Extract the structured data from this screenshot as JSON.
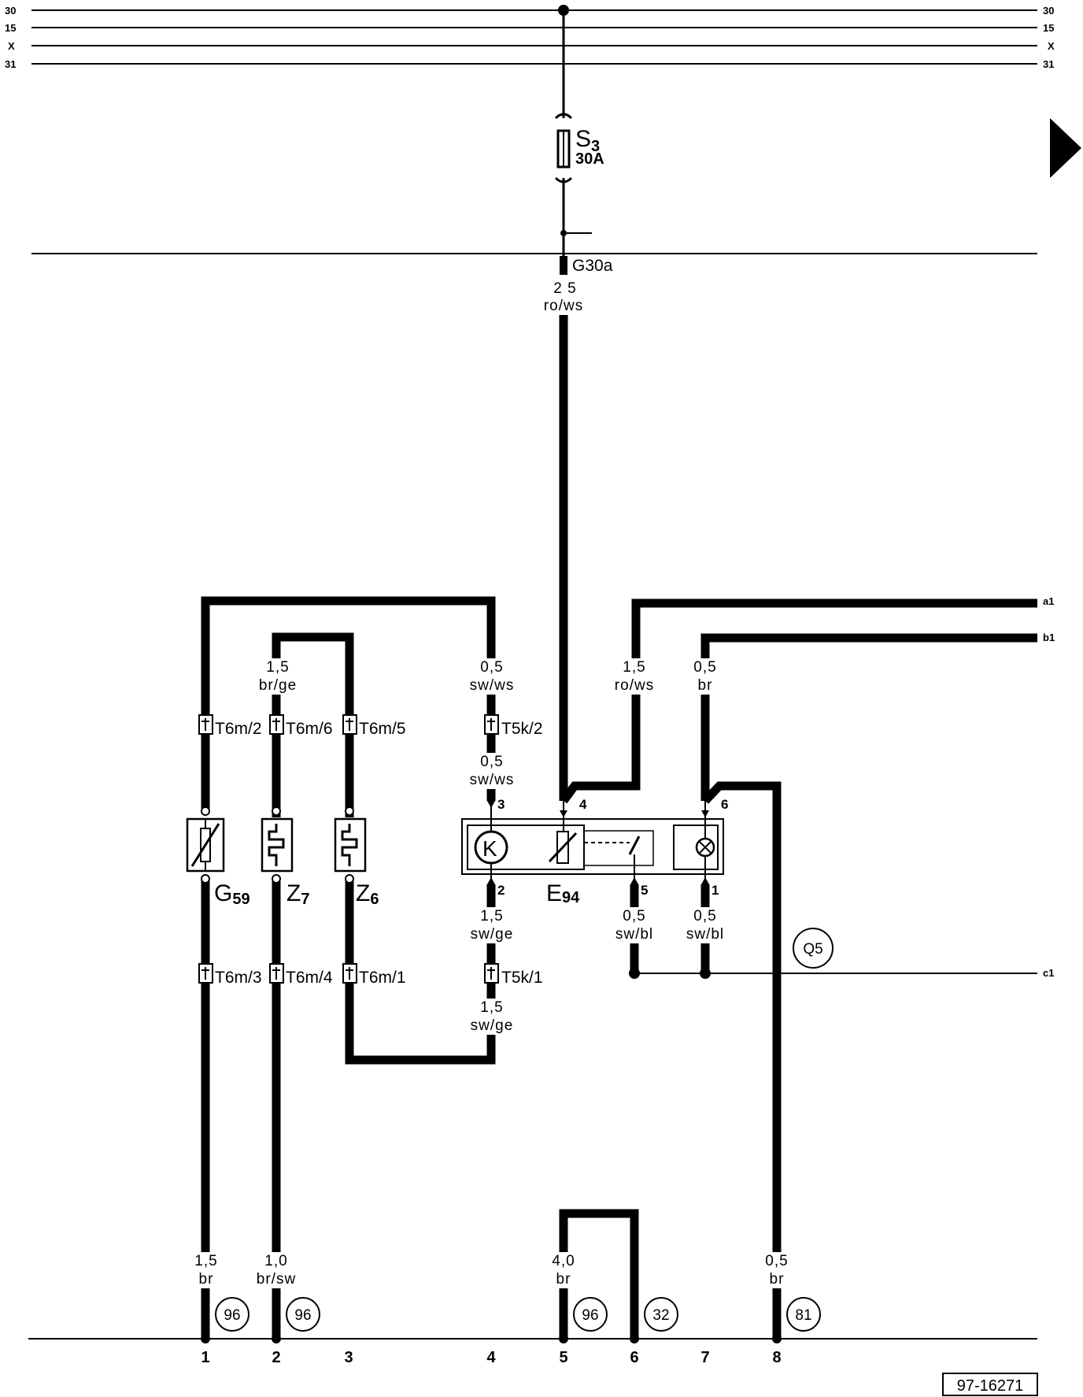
{
  "rails": {
    "left": [
      "30",
      "15",
      "X",
      "31"
    ],
    "right": [
      "30",
      "15",
      "X",
      "31"
    ]
  },
  "fuse": {
    "id": "S",
    "sub": "3",
    "rating": "30A"
  },
  "g30a": {
    "connector": "G30a",
    "pins": "2 5",
    "color": "ro/ws"
  },
  "wires": {
    "g59_top": {
      "size": "",
      "color": ""
    },
    "z7_top": {
      "size": "1,5",
      "color": "br/ge"
    },
    "t5k2_above": {
      "size": "0,5",
      "color": "sw/ws"
    },
    "t5k2_below": {
      "size": "0,5",
      "color": "sw/ws"
    },
    "a1_wire": {
      "size": "1,5",
      "color": "ro/ws"
    },
    "b1_wire": {
      "size": "0,5",
      "color": "br"
    },
    "e94_pin2": {
      "size": "1,5",
      "color": "sw/ge"
    },
    "t5k1_below": {
      "size": "1,5",
      "color": "sw/ge"
    },
    "e94_pin5": {
      "size": "0,5",
      "color": "sw/bl"
    },
    "e94_pin1": {
      "size": "0,5",
      "color": "sw/bl"
    },
    "track1": {
      "size": "1,5",
      "color": "br"
    },
    "track2": {
      "size": "1,0",
      "color": "br/sw"
    },
    "track5": {
      "size": "4,0",
      "color": "br"
    },
    "track8": {
      "size": "0,5",
      "color": "br"
    }
  },
  "connectors": {
    "t6m2": "T6m/2",
    "t6m6": "T6m/6",
    "t6m5": "T6m/5",
    "t5k2": "T5k/2",
    "t6m3": "T6m/3",
    "t6m4": "T6m/4",
    "t6m1": "T6m/1",
    "t5k1": "T5k/1"
  },
  "components": {
    "g59": {
      "id": "G",
      "sub": "59"
    },
    "z7": {
      "id": "Z",
      "sub": "7"
    },
    "z6": {
      "id": "Z",
      "sub": "6"
    },
    "e94": {
      "id": "E",
      "sub": "94",
      "symbol_k": "K"
    }
  },
  "e94_pins": {
    "p3": "3",
    "p4": "4",
    "p6": "6",
    "p2": "2",
    "p5": "5",
    "p1": "1"
  },
  "refs": {
    "q5": "Q5",
    "r1": "96",
    "r2": "96",
    "r5": "96",
    "r6": "32",
    "r8": "81"
  },
  "edge_labels": {
    "a1": "a1",
    "b1": "b1",
    "c1": "c1"
  },
  "tracks": [
    "1",
    "2",
    "3",
    "4",
    "5",
    "6",
    "7",
    "8"
  ],
  "footer": {
    "code": "97-16271"
  }
}
